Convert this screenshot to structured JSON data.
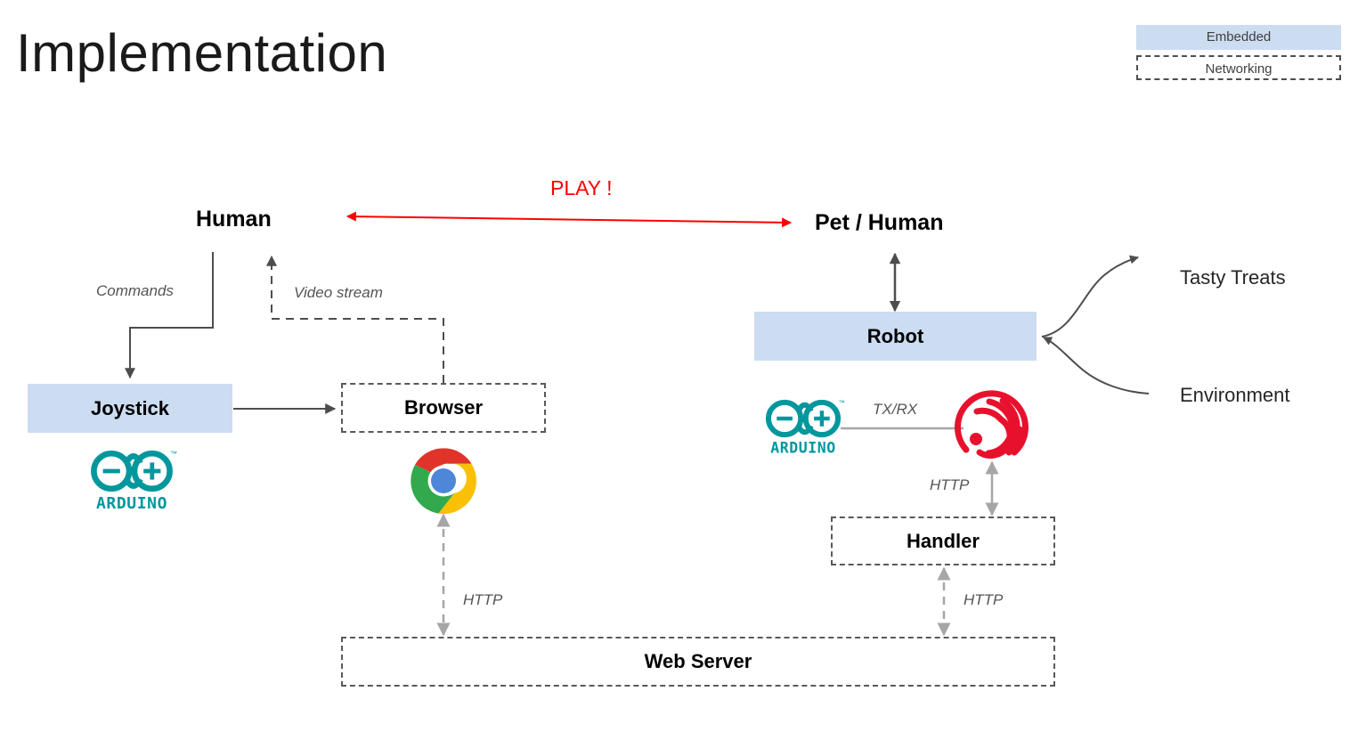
{
  "slide": {
    "title": "Implementation"
  },
  "legend": {
    "embedded_label": "Embedded",
    "networking_label": "Networking",
    "embedded_color": "#ccdcf1",
    "networking_border_color": "#4d4d4d"
  },
  "nodes": {
    "human": "Human",
    "pet_human": "Pet / Human",
    "joystick": "Joystick",
    "browser": "Browser",
    "robot": "Robot",
    "handler": "Handler",
    "web_server": "Web Server"
  },
  "side_labels": {
    "tasty_treats": "Tasty Treats",
    "environment": "Environment"
  },
  "edge_labels": {
    "play": "PLAY !",
    "commands": "Commands",
    "video_stream": "Video stream",
    "http_browser": "HTTP",
    "http_esp": "HTTP",
    "http_handler": "HTTP",
    "txrx": "TX/RX"
  },
  "logos": {
    "arduino_joystick": "arduino-logo",
    "arduino_robot": "arduino-logo",
    "chrome": "chrome-logo",
    "esp8266": "esp8266-logo",
    "arduino_wordmark": "ARDUINO"
  },
  "colors": {
    "play_arrow": "#ff0000",
    "arduino_teal": "#00979d",
    "esp_red": "#e8112d",
    "dark_arrow": "#4d4d4d",
    "gray_arrow": "#a6a6a6"
  }
}
